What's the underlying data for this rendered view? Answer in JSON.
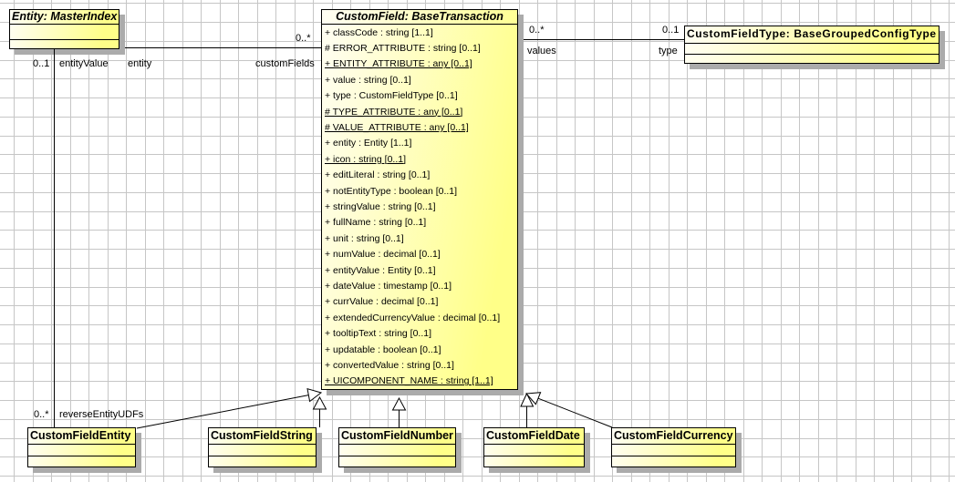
{
  "diagram": {
    "classes": {
      "entity": {
        "title": "Entity: MasterIndex"
      },
      "custom_field": {
        "title": "CustomField: BaseTransaction",
        "attributes": [
          {
            "text": "+ classCode : string [1..1]",
            "static": false
          },
          {
            "text": "# ERROR_ATTRIBUTE : string [0..1]",
            "static": false
          },
          {
            "text": "+ ENTITY_ATTRIBUTE : any [0..1]",
            "static": true
          },
          {
            "text": "+ value : string [0..1]",
            "static": false
          },
          {
            "text": "+ type : CustomFieldType [0..1]",
            "static": false
          },
          {
            "text": "# TYPE_ATTRIBUTE : any [0..1]",
            "static": true
          },
          {
            "text": "# VALUE_ATTRIBUTE : any [0..1]",
            "static": true
          },
          {
            "text": "+ entity : Entity [1..1]",
            "static": false
          },
          {
            "text": "+ icon : string [0..1]",
            "static": true
          },
          {
            "text": "+ editLiteral : string [0..1]",
            "static": false
          },
          {
            "text": "+ notEntityType : boolean [0..1]",
            "static": false
          },
          {
            "text": "+ stringValue : string [0..1]",
            "static": false
          },
          {
            "text": "+ fullName : string [0..1]",
            "static": false
          },
          {
            "text": "+ unit : string [0..1]",
            "static": false
          },
          {
            "text": "+ numValue : decimal [0..1]",
            "static": false
          },
          {
            "text": "+ entityValue : Entity [0..1]",
            "static": false
          },
          {
            "text": "+ dateValue : timestamp [0..1]",
            "static": false
          },
          {
            "text": "+ currValue : decimal [0..1]",
            "static": false
          },
          {
            "text": "+ extendedCurrencyValue : decimal [0..1]",
            "static": false
          },
          {
            "text": "+ tooltipText : string [0..1]",
            "static": false
          },
          {
            "text": "+ updatable : boolean [0..1]",
            "static": false
          },
          {
            "text": "+ convertedValue : string [0..1]",
            "static": false
          },
          {
            "text": "+ UICOMPONENT_NAME : string [1..1]",
            "static": true
          }
        ]
      },
      "custom_field_type": {
        "title": "CustomFieldType: BaseGroupedConfigType"
      },
      "subclasses": [
        {
          "title": "CustomFieldEntity"
        },
        {
          "title": "CustomFieldString"
        },
        {
          "title": "CustomFieldNumber"
        },
        {
          "title": "CustomFieldDate"
        },
        {
          "title": "CustomFieldCurrency"
        }
      ]
    },
    "labels": {
      "customFields_mult": "0..*",
      "entity_role": "entity",
      "customFields_role": "customFields",
      "entityValue_mult": "0..1",
      "entityValue_role": "entityValue",
      "reverseEntityUDFs_mult": "0..*",
      "reverseEntityUDFs_role": "reverseEntityUDFs",
      "values_mult": "0..*",
      "values_role": "values",
      "type_mult": "0..1",
      "type_role": "type"
    },
    "colors": {
      "fill_light": "#fffef4",
      "fill_yellow": "#ffff88",
      "shadow": "#ababab",
      "grid": "#c6c6c6"
    }
  }
}
